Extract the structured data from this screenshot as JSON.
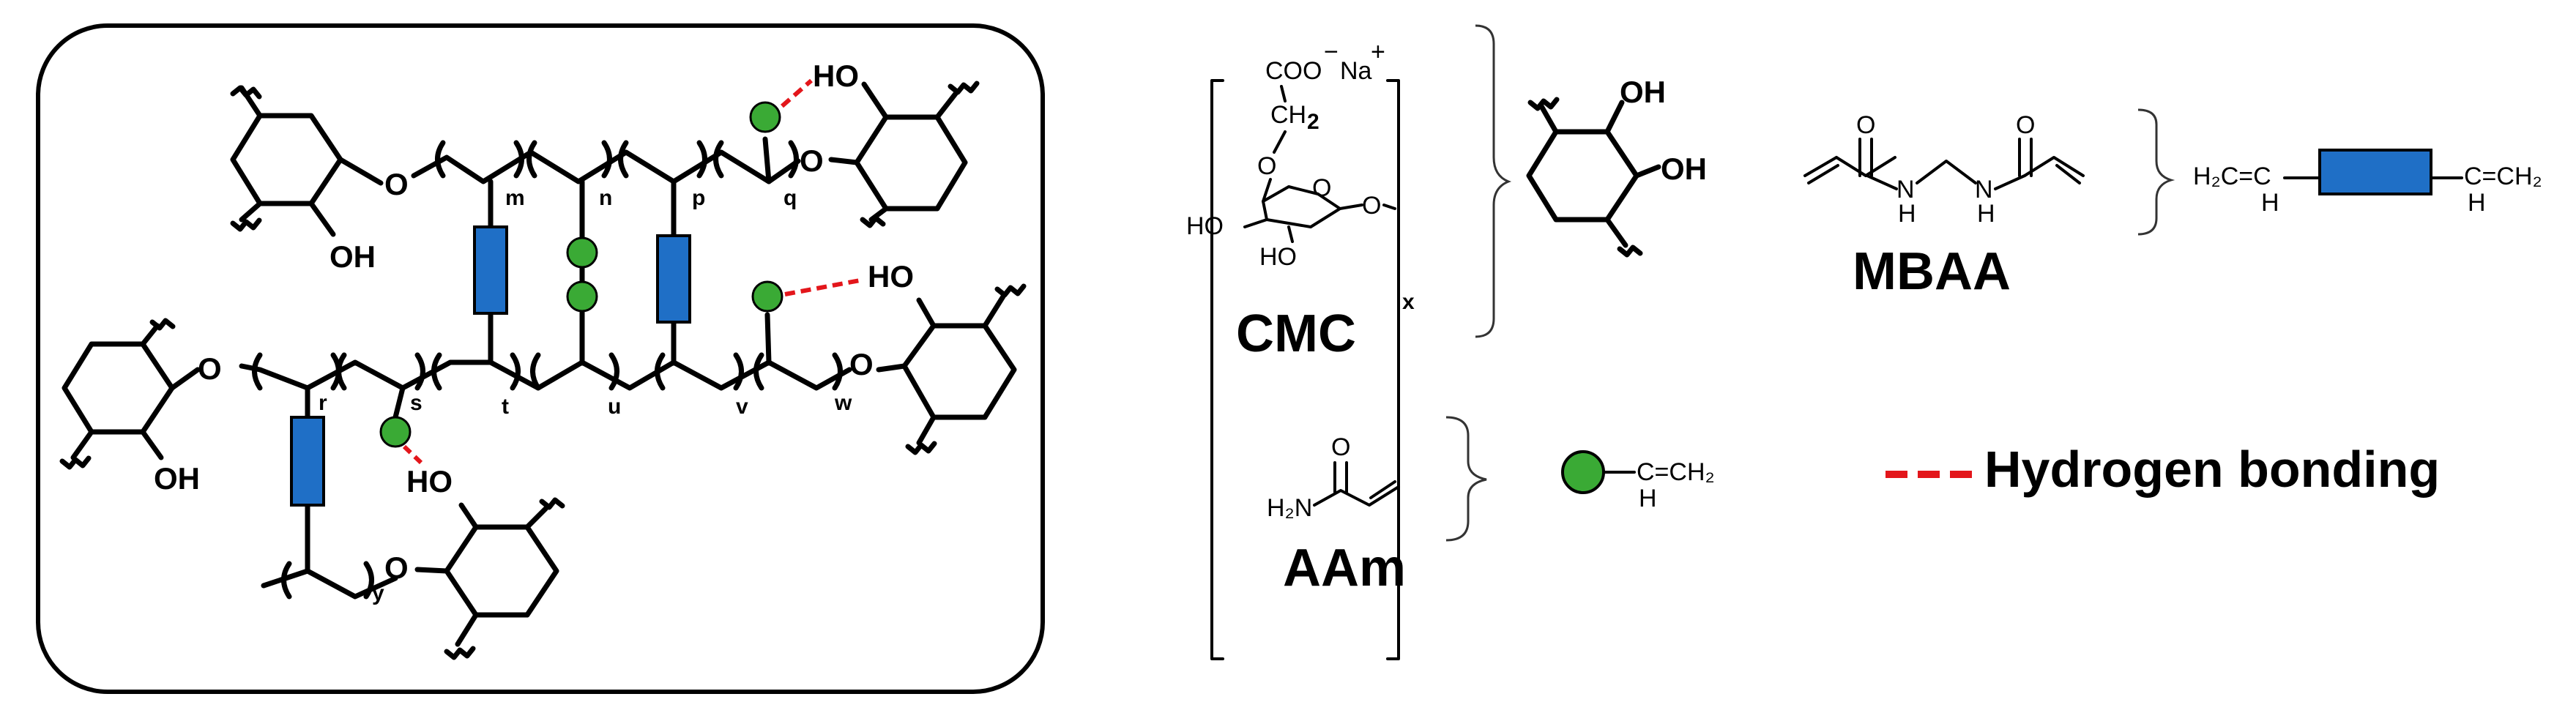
{
  "network": {
    "atoms": {
      "o1": "O",
      "o2": "O",
      "o3": "O",
      "o4": "O",
      "o5": "O",
      "oh_top_left": "OH",
      "oh_mid_left": "OH",
      "ho_top_right": "HO",
      "ho_mid_right": "HO",
      "ho_bottom": "HO"
    },
    "subscripts": [
      "m",
      "n",
      "p",
      "q",
      "r",
      "s",
      "t",
      "u",
      "v",
      "w",
      "y"
    ]
  },
  "cmc": {
    "label": "CMC",
    "carboxylate": "COO",
    "charge_minus": "−",
    "sodium": "Na",
    "charge_plus": "+",
    "ch2": "CH",
    "ch2_sub": "2",
    "ho_left": "HO",
    "ho_bottom": "HO",
    "ring_o": "O",
    "link_o": "O",
    "chain_o": "O",
    "repeat": "x"
  },
  "cmc_unit": {
    "oh_upper": "OH",
    "oh_lower": "OH"
  },
  "mbaa": {
    "label": "MBAA",
    "o_left": "O",
    "o_right": "O",
    "n_left": "N",
    "h_left": "H",
    "n_right": "N",
    "h_right": "H",
    "symbol_left": "H₂C=C",
    "symbol_left_h": "H",
    "symbol_right": "C=CH₂",
    "symbol_right_h": "H",
    "color": "#1f6fc6"
  },
  "aam": {
    "label": "AAm",
    "o": "O",
    "nh2": "H₂N",
    "symbol": "C=CH₂",
    "symbol_h": "H",
    "color": "#3aaa35"
  },
  "legend": {
    "hydrogen_bonding": "Hydrogen bonding",
    "line_color": "#e3161b"
  }
}
